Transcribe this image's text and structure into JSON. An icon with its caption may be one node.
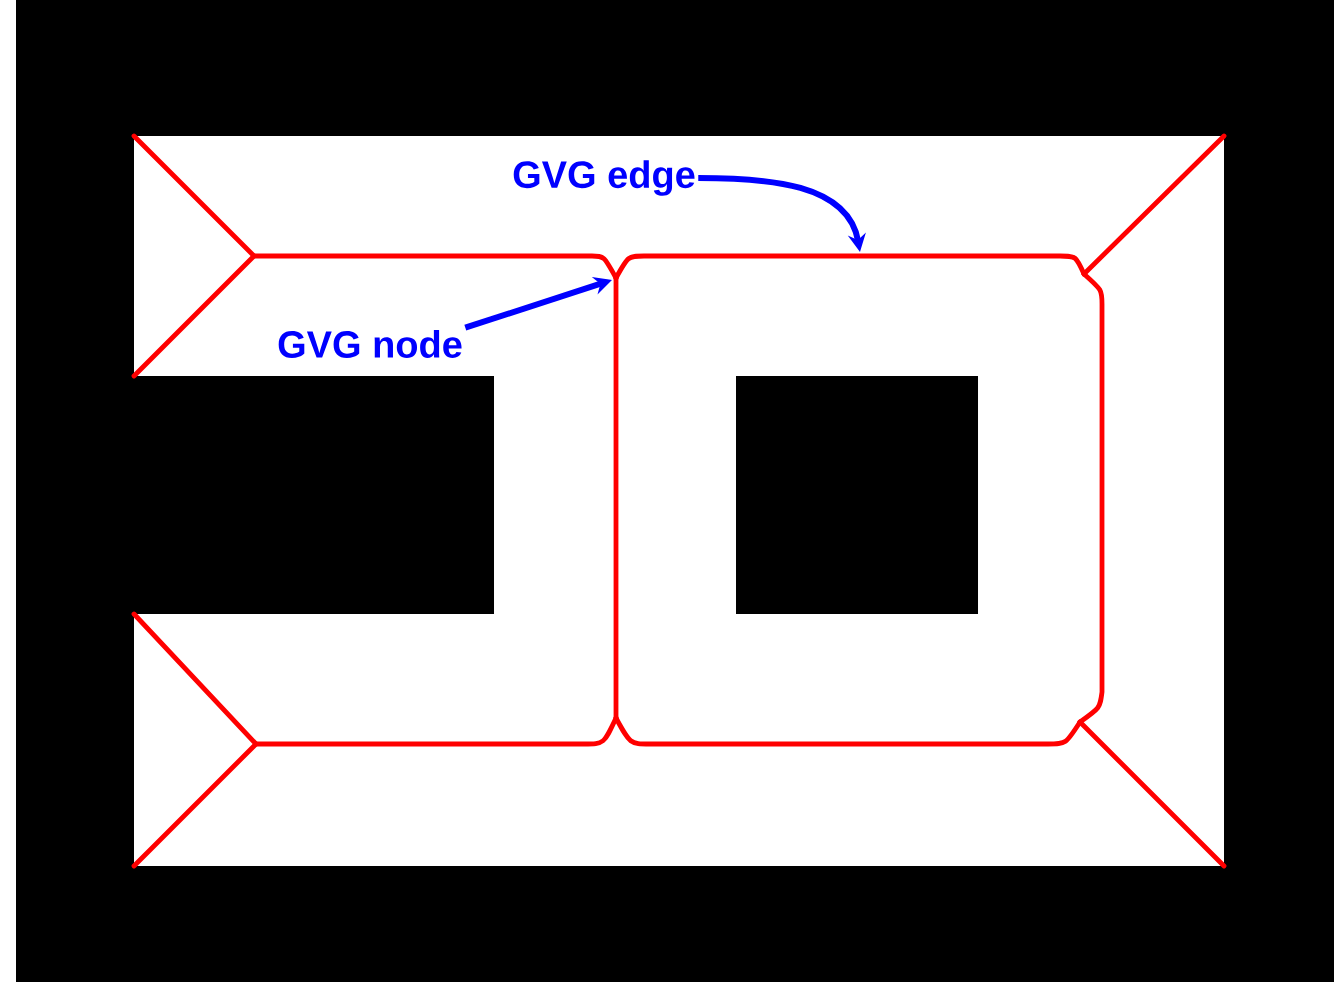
{
  "diagram": {
    "nodes": [
      {
        "text": [
          "GVG edge"
        ]
      },
      {
        "text": [
          "GVG node"
        ]
      }
    ],
    "edges": [
      {
        "from": 0,
        "to": null,
        "arrow": "to"
      },
      {
        "from": 1,
        "to": null,
        "arrow": "to"
      }
    ]
  }
}
